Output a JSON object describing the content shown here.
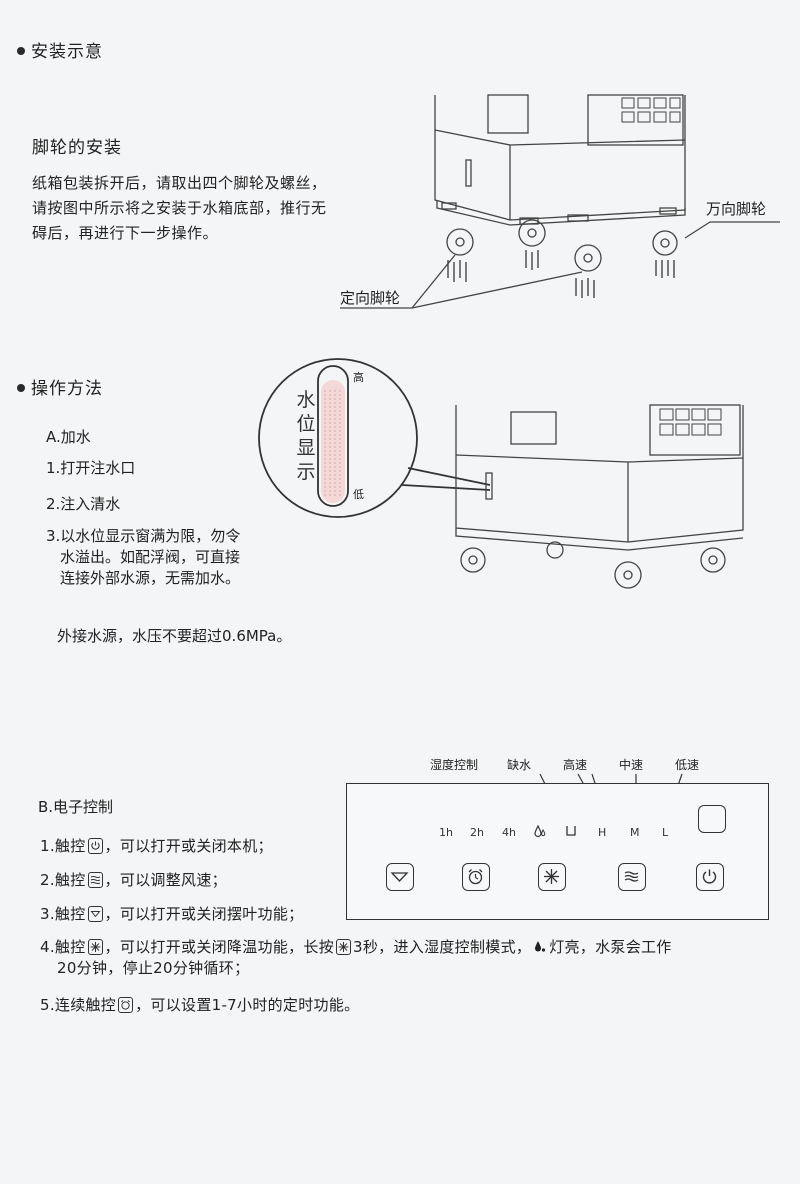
{
  "install": {
    "heading": "安装示意",
    "sub_heading": "脚轮的安装",
    "paragraph": [
      "纸箱包装拆开后，请取出四个脚轮及螺丝，",
      "请按图中所示将之安装于水箱底部，推行无",
      "碍后，再进行下一步操作。"
    ],
    "label_universal": "万向脚轮",
    "label_fixed": "定向脚轮"
  },
  "operation": {
    "heading": "操作方法",
    "a_title": "A.加水",
    "steps": [
      "1.打开注水口",
      "2.注入清水",
      "3.以水位显示窗满为限，勿令",
      "水溢出。如配浮阀，可直接",
      "连接外部水源，无需加水。"
    ],
    "note": "外接水源，水压不要超过0.6MPa。",
    "gauge": {
      "title": [
        "水",
        "位",
        "显",
        "示"
      ],
      "high": "高",
      "low": "低"
    }
  },
  "electronic": {
    "b_title": "B.电子控制",
    "panel_labels": {
      "humidity": "湿度控制",
      "lack_water": "缺水",
      "high": "高速",
      "mid": "中速",
      "low": "低速"
    },
    "panel_indicators": [
      "1h",
      "2h",
      "4h",
      "H",
      "M",
      "L"
    ],
    "lines": [
      {
        "pre": "1.触控",
        "post": "，可以打开或关闭本机；"
      },
      {
        "pre": "2.触控",
        "post": "，可以调整风速；"
      },
      {
        "pre": "3.触控",
        "post": "，可以打开或关闭摆叶功能；"
      },
      {
        "pre": "4.触控",
        "mid1": "，可以打开或关闭降温功能，长按",
        "mid2": "3秒，进入湿度控制模式，",
        "mid3": "灯亮，水泵会工作",
        "cont": "20分钟，停止20分钟循环；"
      },
      {
        "pre": "5.连续触控",
        "post": "，可以设置1-7小时的定时功能。"
      }
    ]
  }
}
